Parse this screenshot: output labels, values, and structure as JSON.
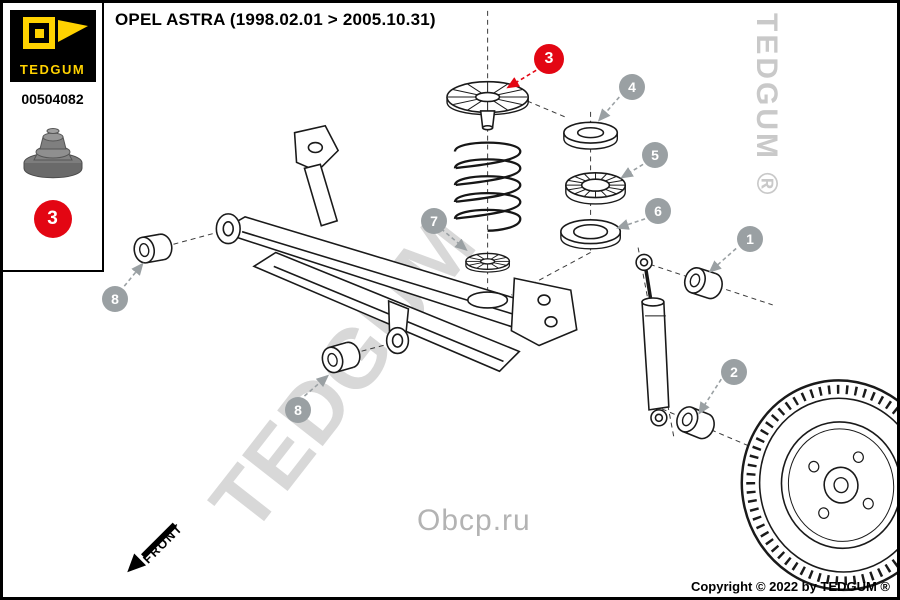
{
  "header": {
    "title": "OPEL ASTRA  (1998.02.01 > 2005.10.31)"
  },
  "info_panel": {
    "brand": "TEDGUM",
    "part_number": "00504082",
    "callout_number": "3"
  },
  "diagram": {
    "callouts": [
      {
        "number": "1",
        "highlighted": false
      },
      {
        "number": "2",
        "highlighted": false
      },
      {
        "number": "3",
        "highlighted": true
      },
      {
        "number": "4",
        "highlighted": false
      },
      {
        "number": "5",
        "highlighted": false
      },
      {
        "number": "6",
        "highlighted": false
      },
      {
        "number": "7",
        "highlighted": false
      },
      {
        "number": "8",
        "highlighted": false
      },
      {
        "number": "8",
        "highlighted": false
      }
    ]
  },
  "watermarks": {
    "diagonal": "TEDGUM",
    "vertical": "TEDGUM ®",
    "site": "Obcp.ru"
  },
  "footer": {
    "front_label": "FRONT",
    "copyright": "Copyright © 2022 by TEDGUM ®"
  },
  "colors": {
    "accent_red": "#e30613",
    "callout_gray": "#9aa0a3",
    "logo_yellow": "#ffd200"
  }
}
